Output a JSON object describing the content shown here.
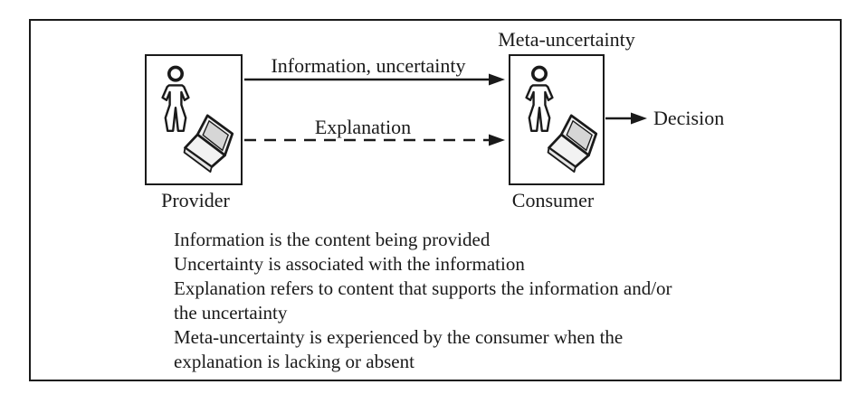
{
  "diagram": {
    "provider": {
      "label": "Provider"
    },
    "consumer": {
      "label": "Consumer",
      "annotation": "Meta-uncertainty"
    },
    "arrows": {
      "information": {
        "label": "Information, uncertainty",
        "style": "solid"
      },
      "explanation": {
        "label": "Explanation",
        "style": "dashed"
      },
      "decision": {
        "label": "Decision",
        "style": "solid"
      }
    },
    "icons": {
      "person": "person-icon",
      "laptop": "laptop-icon"
    },
    "notes": {
      "lines": [
        "Information is the content being provided",
        "Uncertainty is associated with the information",
        "Explanation refers to content that supports the information and/or",
        "the uncertainty",
        "Meta-uncertainty is experienced by the consumer when the",
        "explanation is lacking or absent"
      ]
    },
    "colors": {
      "ink": "#1a1a1a",
      "background": "#ffffff",
      "laptop_screen": "#d6d6d6",
      "laptop_body": "#f2f2f2"
    }
  }
}
